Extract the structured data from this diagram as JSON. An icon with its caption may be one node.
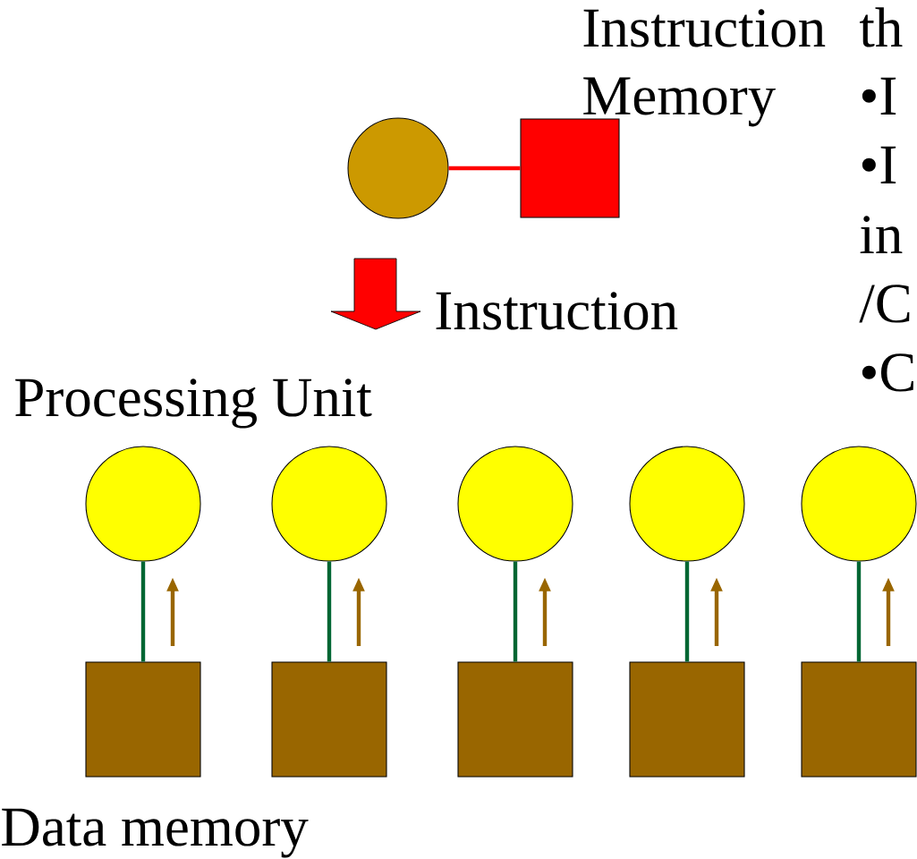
{
  "diagram": {
    "nodes": [
      {
        "text": [],
        "shape": "circle"
      },
      {
        "text": [
          "Instruction Memory"
        ]
      },
      {
        "text": [],
        "shape": "circle"
      },
      {
        "text": [],
        "shape": "circle"
      },
      {
        "text": [],
        "shape": "circle"
      },
      {
        "text": [],
        "shape": "circle"
      },
      {
        "text": [],
        "shape": "circle"
      },
      {
        "text": [],
        "shape": "box"
      },
      {
        "text": [],
        "shape": "box"
      },
      {
        "text": [],
        "shape": "box"
      },
      {
        "text": [],
        "shape": "box"
      },
      {
        "text": [],
        "shape": "box"
      }
    ],
    "edges": [
      {
        "from": 0,
        "to": 1,
        "arrow": "none",
        "color": "#ff0000"
      },
      {
        "from": 2,
        "to": 7,
        "arrow": "none"
      },
      {
        "from": 3,
        "to": 8,
        "arrow": "none"
      },
      {
        "from": 4,
        "to": 9,
        "arrow": "none"
      },
      {
        "from": 5,
        "to": 10,
        "arrow": "none"
      },
      {
        "from": 6,
        "to": 11,
        "arrow": "none"
      }
    ],
    "labels": [
      "th",
      "•I",
      "•I",
      "in",
      "Instruction",
      "/C",
      "•C",
      "Processing Unit",
      "Data memory"
    ]
  }
}
